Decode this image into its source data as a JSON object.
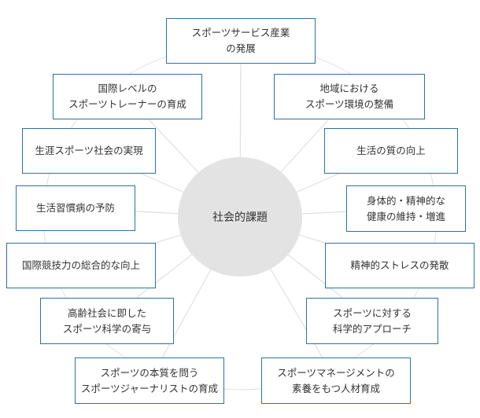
{
  "center": {
    "label": "社会的課題"
  },
  "topics": [
    "スポーツサービス産業\nの発展",
    "地域における\nスポーツ環境の整備",
    "生活の質の向上",
    "身体的・精神的な\n健康の維持・増進",
    "精神的ストレスの発散",
    "スポーツに対する\n科学的アプローチ",
    "スポーツマネージメントの\n素養をもつ人材育成",
    "スポーツの本質を問う\nスポーツジャーナリストの育成",
    "高齢社会に即した\nスポーツ科学の寄与",
    "国際競技力の総合的な向上",
    "生活習慣病の予防",
    "生涯スポーツ社会の実現",
    "国際レベルの\nスポーツトレーナーの育成"
  ],
  "colors": {
    "border": "#2f6fa8",
    "circle": "#e3e3e3",
    "lines": "#e0e0e0"
  }
}
